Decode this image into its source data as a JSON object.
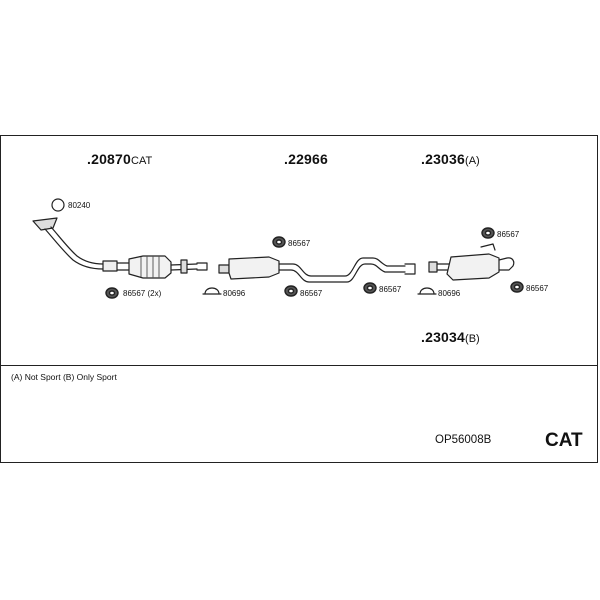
{
  "parts": [
    {
      "number": ".20870",
      "suffix": "CAT"
    },
    {
      "number": ".22966",
      "suffix": ""
    },
    {
      "number": ".23036",
      "suffix": "(A)"
    },
    {
      "number": ".23034",
      "suffix": "(B)"
    }
  ],
  "small_parts": {
    "p80240": "80240",
    "p86567_2x": "86567 (2x)",
    "p80696_a": "80696",
    "p86567_a": "86567",
    "p86567_b": "86567",
    "p86567_c": "86567",
    "p80696_b": "80696",
    "p86567_d": "86567",
    "p86567_e": "86567"
  },
  "legend_note": "(A) Not Sport (B) Only Sport",
  "kit_number": "OP56008B",
  "kit_type": "CAT"
}
